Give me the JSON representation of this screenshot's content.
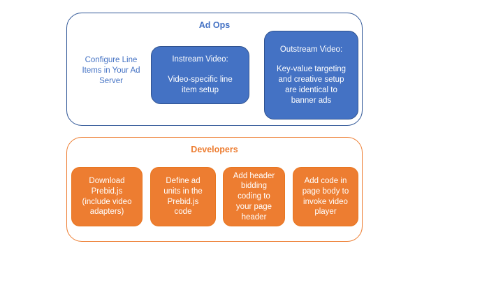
{
  "colors": {
    "blue_fill": "#4472C4",
    "blue_border": "#2F528F",
    "blue_container_border": "#2E5596",
    "orange_fill": "#ED7D31",
    "text_on_fill": "#FFFFFF"
  },
  "ad_ops": {
    "title": "Ad Ops",
    "side_note": "Configure Line\nItems in Your Ad\nServer",
    "boxes": [
      {
        "title": "Instream Video:",
        "body": "Video-specific line\nitem setup"
      },
      {
        "title": "Outstream Video:",
        "body": "Key-value targeting\nand creative setup\nare identical to\nbanner ads"
      }
    ]
  },
  "developers": {
    "title": "Developers",
    "boxes": [
      {
        "label": "Download\nPrebid.js\n(include video\nadapters)"
      },
      {
        "label": "Define ad\nunits in the\nPrebid.js\ncode"
      },
      {
        "label": "Add header\nbidding\ncoding to\nyour page\nheader"
      },
      {
        "label": "Add code in\npage body to\ninvoke video\nplayer"
      }
    ]
  }
}
